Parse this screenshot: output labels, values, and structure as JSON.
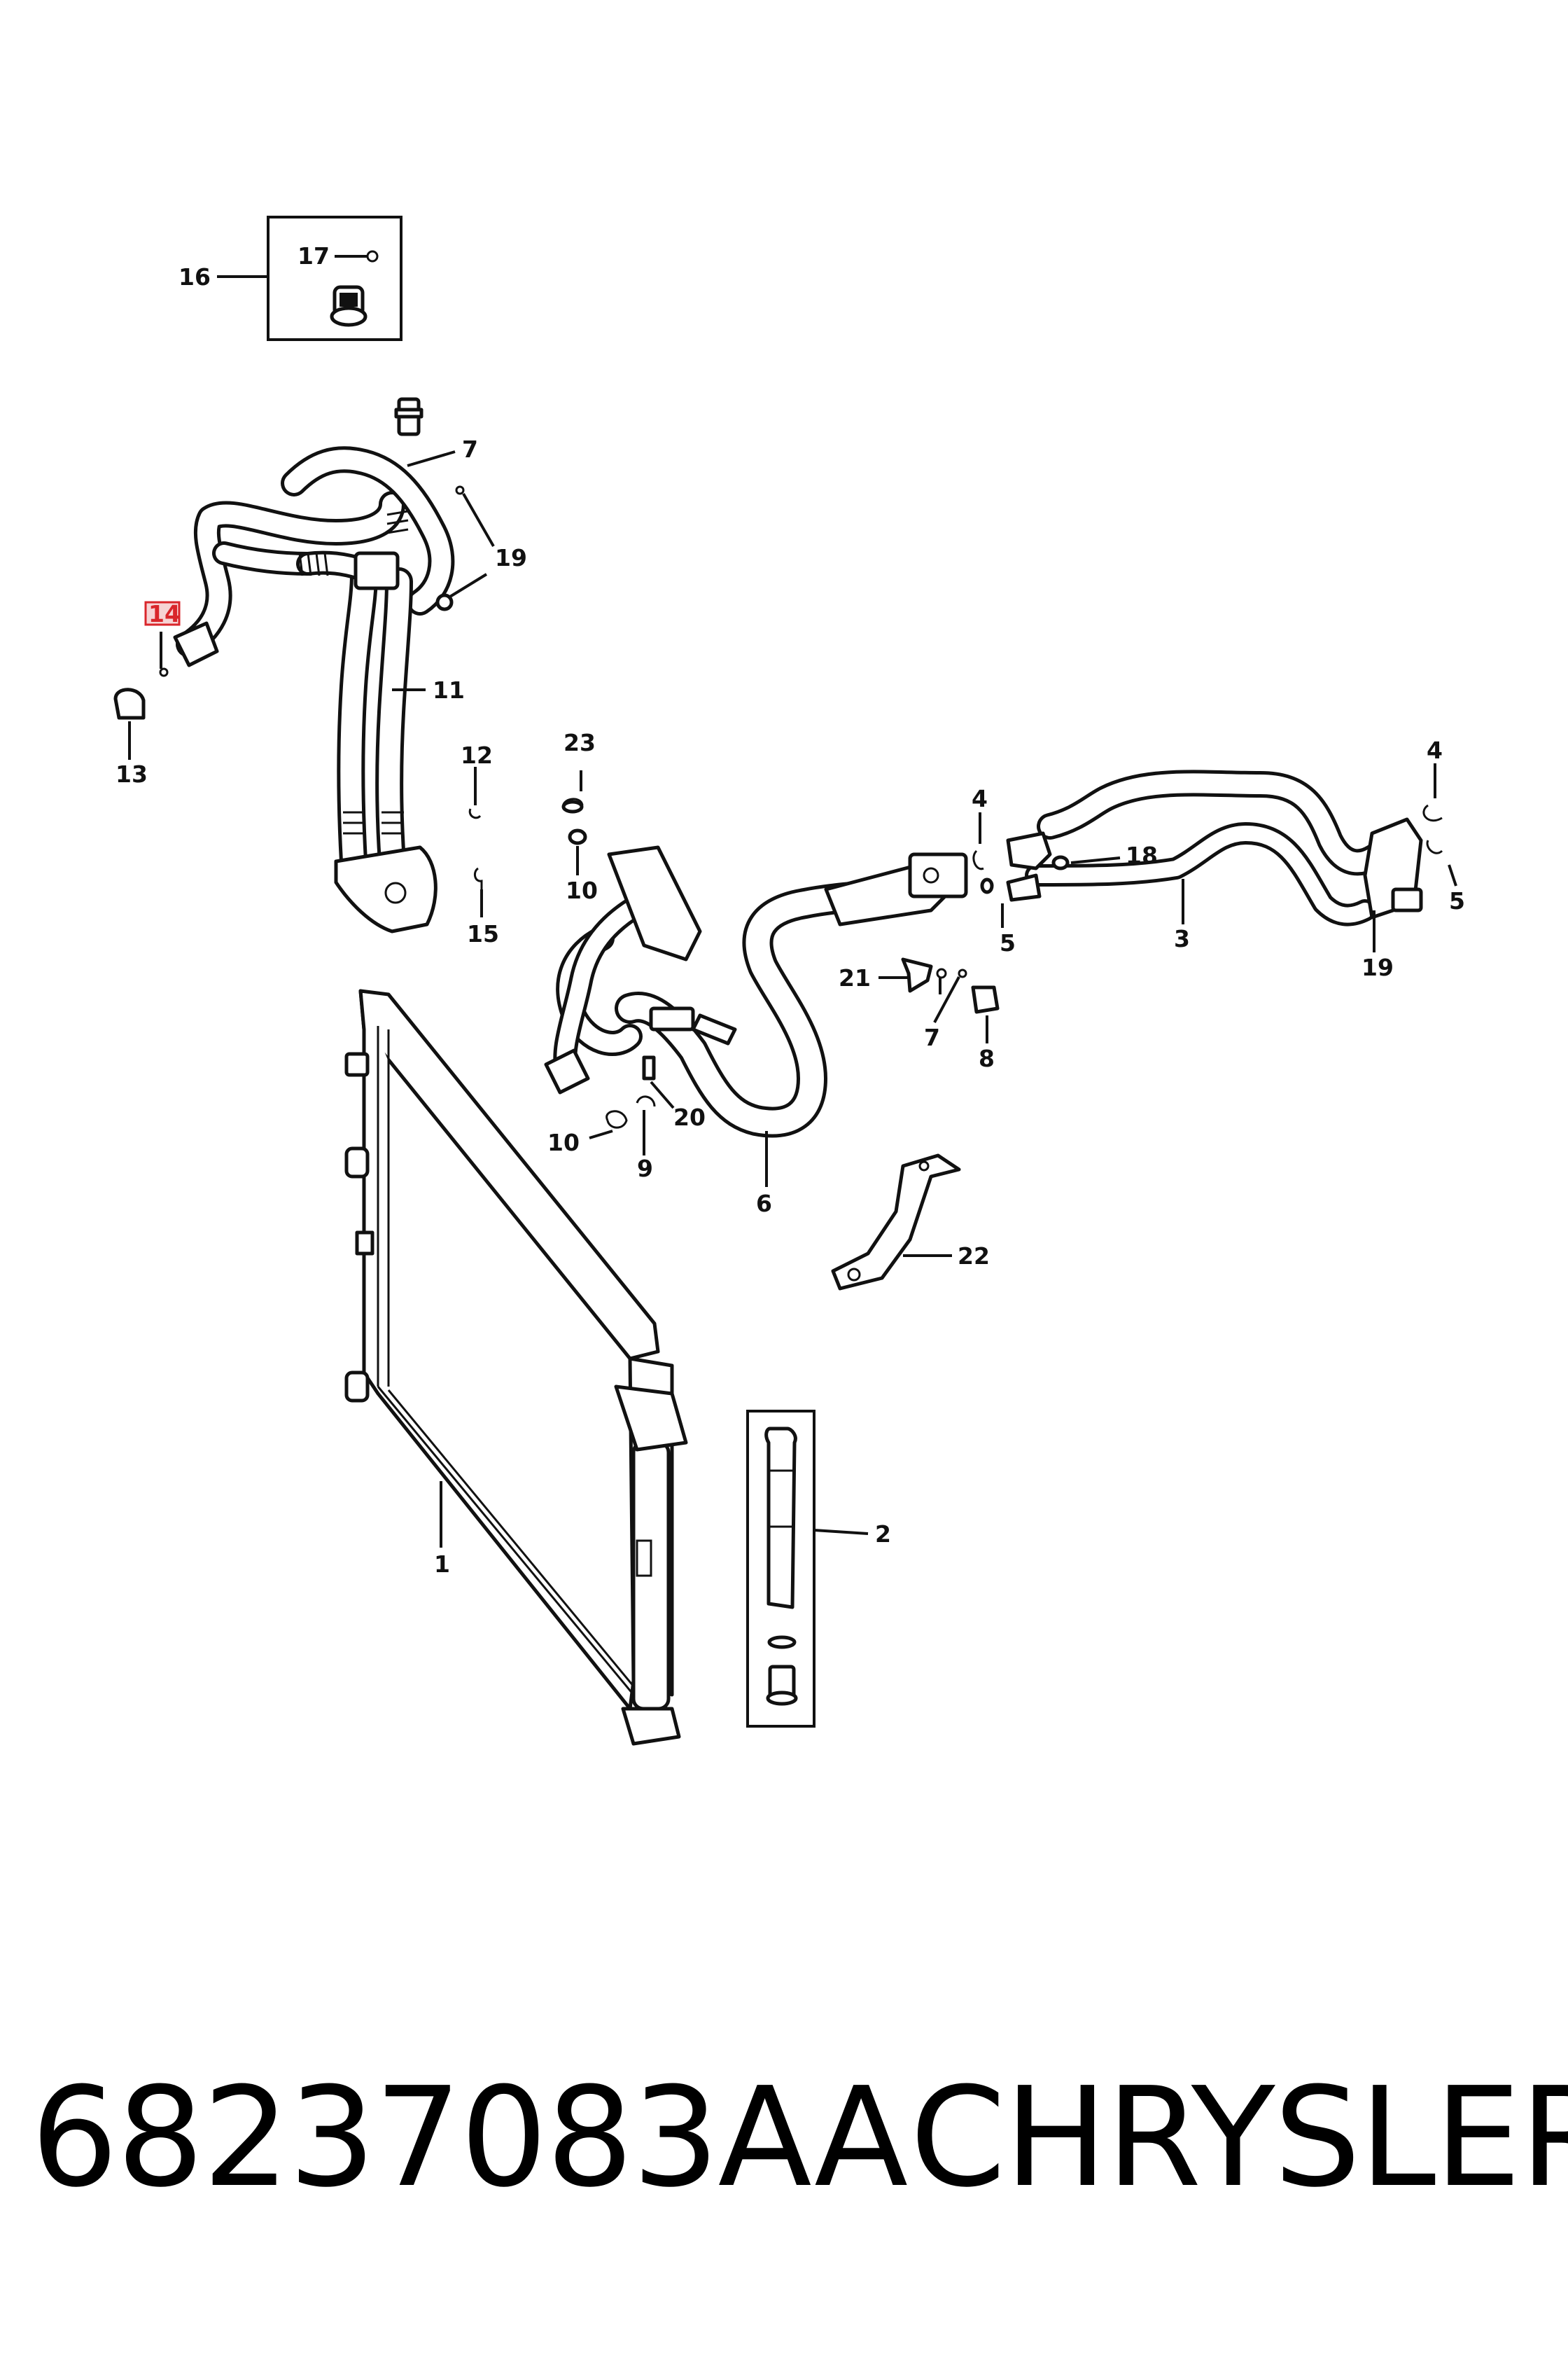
{
  "footer": {
    "part_number": "68237083AA",
    "brand": "CHRYSLER"
  },
  "callouts": {
    "c1": "1",
    "c2": "2",
    "c3": "3",
    "c4a": "4",
    "c4b": "4",
    "c5a": "5",
    "c5b": "5",
    "c6": "6",
    "c7a": "7",
    "c7b": "7",
    "c8": "8",
    "c9": "9",
    "c10a": "10",
    "c10b": "10",
    "c11": "11",
    "c12": "12",
    "c13": "13",
    "c14": "14",
    "c15": "15",
    "c16": "16",
    "c17": "17",
    "c18": "18",
    "c19a": "19",
    "c19b": "19",
    "c20": "20",
    "c21": "21",
    "c22": "22",
    "c23": "23"
  },
  "highlight": {
    "callout": "14",
    "color": "#d9262b"
  },
  "colors": {
    "ink": "#111111",
    "paper": "#ffffff"
  }
}
